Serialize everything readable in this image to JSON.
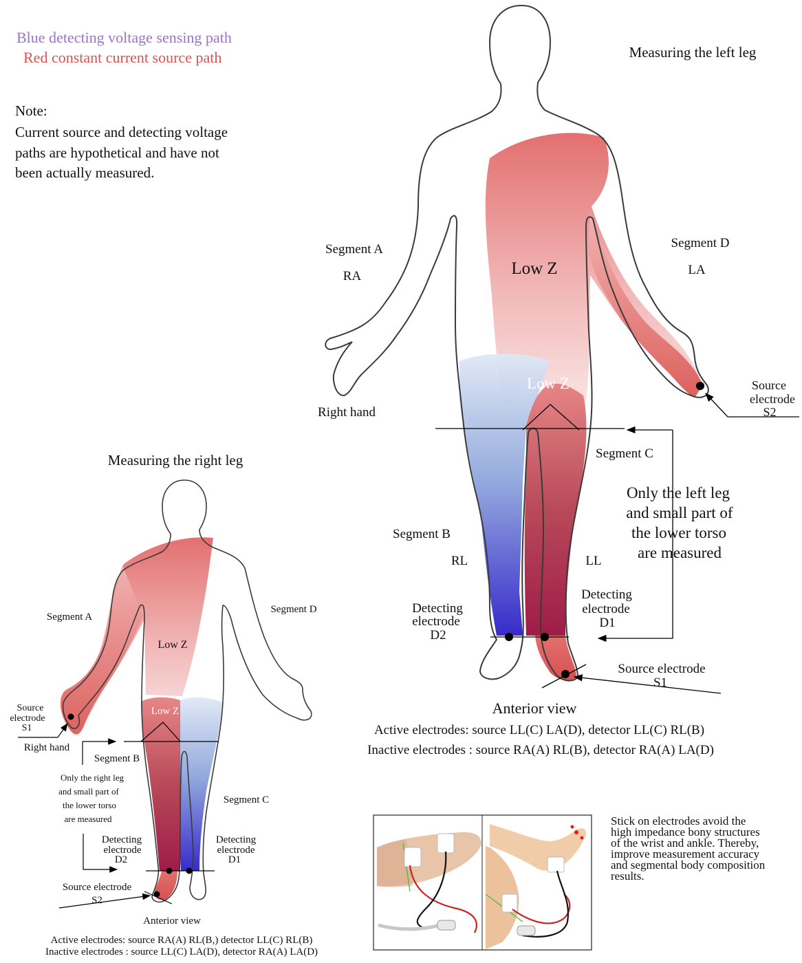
{
  "legend": {
    "blue": "Blue detecting voltage sensing path",
    "red": "Red constant current source path",
    "colors": {
      "blue": "#9a72c8",
      "red": "#d9534f"
    }
  },
  "note": {
    "heading": "Note:",
    "lines": [
      "Current source and detecting voltage",
      "paths are hypothetical and have not",
      "been actually measured."
    ]
  },
  "left_leg": {
    "title": "Measuring the left leg",
    "segment_a": "Segment A",
    "ra": "RA",
    "segment_d": "Segment D",
    "la": "LA",
    "low_z_1": "Low Z",
    "low_z_2": "Low Z",
    "right_hand": "Right hand",
    "source_s2": [
      "Source",
      "electrode",
      "S2"
    ],
    "segment_c": "Segment C",
    "only_measured": [
      "Only the left leg",
      "and small part of",
      "the lower torso",
      "are measured"
    ],
    "segment_b": "Segment B",
    "rl": "RL",
    "ll": "LL",
    "detecting_d1": [
      "Detecting",
      "electrode",
      "D1"
    ],
    "detecting_d2": [
      "Detecting",
      "electrode",
      "D2"
    ],
    "source_s1": [
      "Source electrode",
      "S1"
    ],
    "view": "Anterior view",
    "active": "Active electrodes: source LL(C) LA(D), detector LL(C) RL(B)",
    "inactive": "Inactive electrodes : source RA(A) RL(B), detector RA(A) LA(D)"
  },
  "right_leg": {
    "title": "Measuring the right leg",
    "segment_a": "Segment A",
    "segment_d": "Segment D",
    "low_z_1": "Low Z",
    "low_z_2": "Low Z",
    "source_s1": [
      "Source",
      "electrode",
      "S1"
    ],
    "right_hand": "Right hand",
    "segment_b": "Segment B",
    "only_measured": [
      "Only the right leg",
      "and small part of",
      "the lower torso",
      "are measured"
    ],
    "segment_c": "Segment C",
    "detecting_d2": [
      "Detecting",
      "electrode",
      "D2"
    ],
    "detecting_d1": [
      "Detecting",
      "electrode",
      "D1"
    ],
    "source_s2": [
      "Source electrode",
      "S2"
    ],
    "view": "Anterior view",
    "active": "Active electrodes: source RA(A) RL(B,) detector LL(C) RL(B)",
    "inactive": "Inactive electrodes : source LL(C) LA(D), detector RA(A) LA(D)"
  },
  "photo_caption": [
    "Stick on electrodes avoid the",
    "high impedance bony structures",
    "of the wrist and ankle. Thereby,",
    "improve measurement accuracy",
    "and segmental body composition",
    "results."
  ]
}
